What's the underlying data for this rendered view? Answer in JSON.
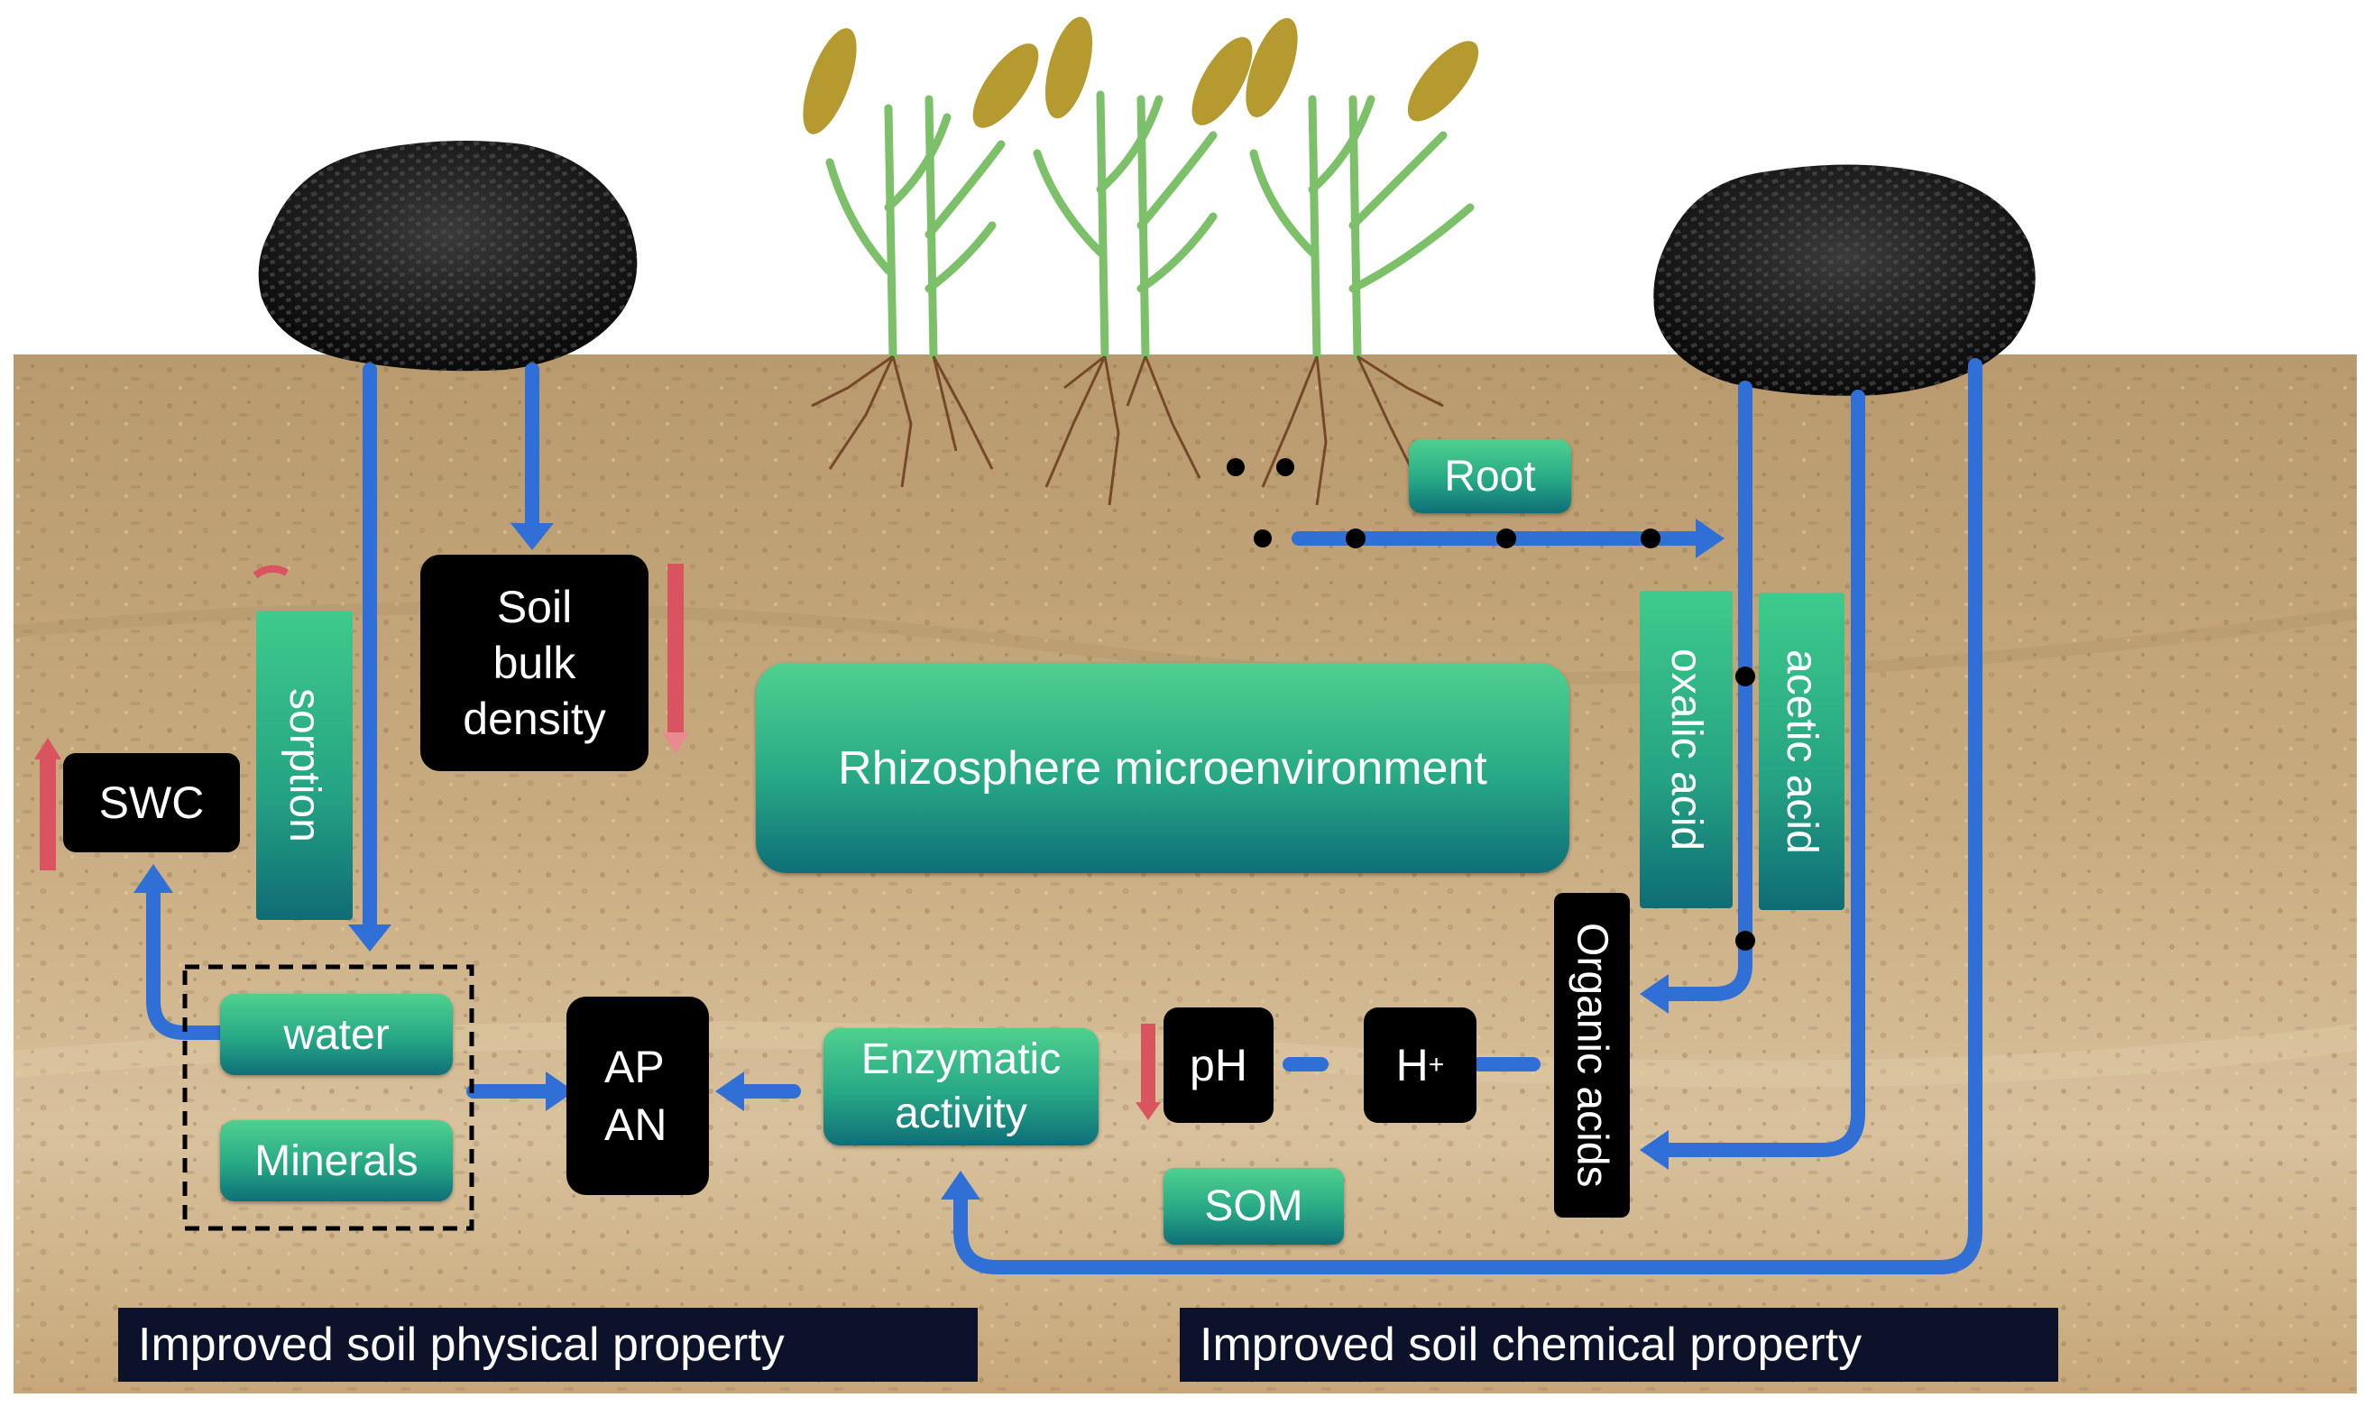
{
  "diagram": {
    "nodes": {
      "root": "Root",
      "soil_bulk_density": [
        "Soil",
        "bulk",
        "density"
      ],
      "sorption": "sorption",
      "swc": "SWC",
      "rhizosphere": "Rhizosphere microenvironment",
      "oxalic_acid": "oxalic acid",
      "acetic_acid": "acetic acid",
      "organic_acids": "Organic acids",
      "water": "water",
      "minerals": "Minerals",
      "ap": "AP",
      "an": "AN",
      "enzymatic_activity": [
        "Enzymatic",
        "activity"
      ],
      "ph": "pH",
      "h_plus": "H",
      "h_plus_sup": "+",
      "som": "SOM"
    },
    "footers": {
      "physical": "Improved soil physical property",
      "chemical": "Improved soil chemical property"
    },
    "colors": {
      "arrow_blue": "#2f6fd6",
      "indicator_red": "#d9545e",
      "node_green_top": "#4fd08f",
      "node_green_bottom": "#0f6f78",
      "footer_navy": "#0b1229",
      "soil": "#c4a67c",
      "biochar": "#1d1d1d",
      "plant_green": "#7cc06a",
      "seed_head": "#b59a2f"
    },
    "icons": [
      "biochar-pile-icon",
      "plant-icon",
      "up-arrow-icon",
      "down-arrow-icon"
    ]
  }
}
